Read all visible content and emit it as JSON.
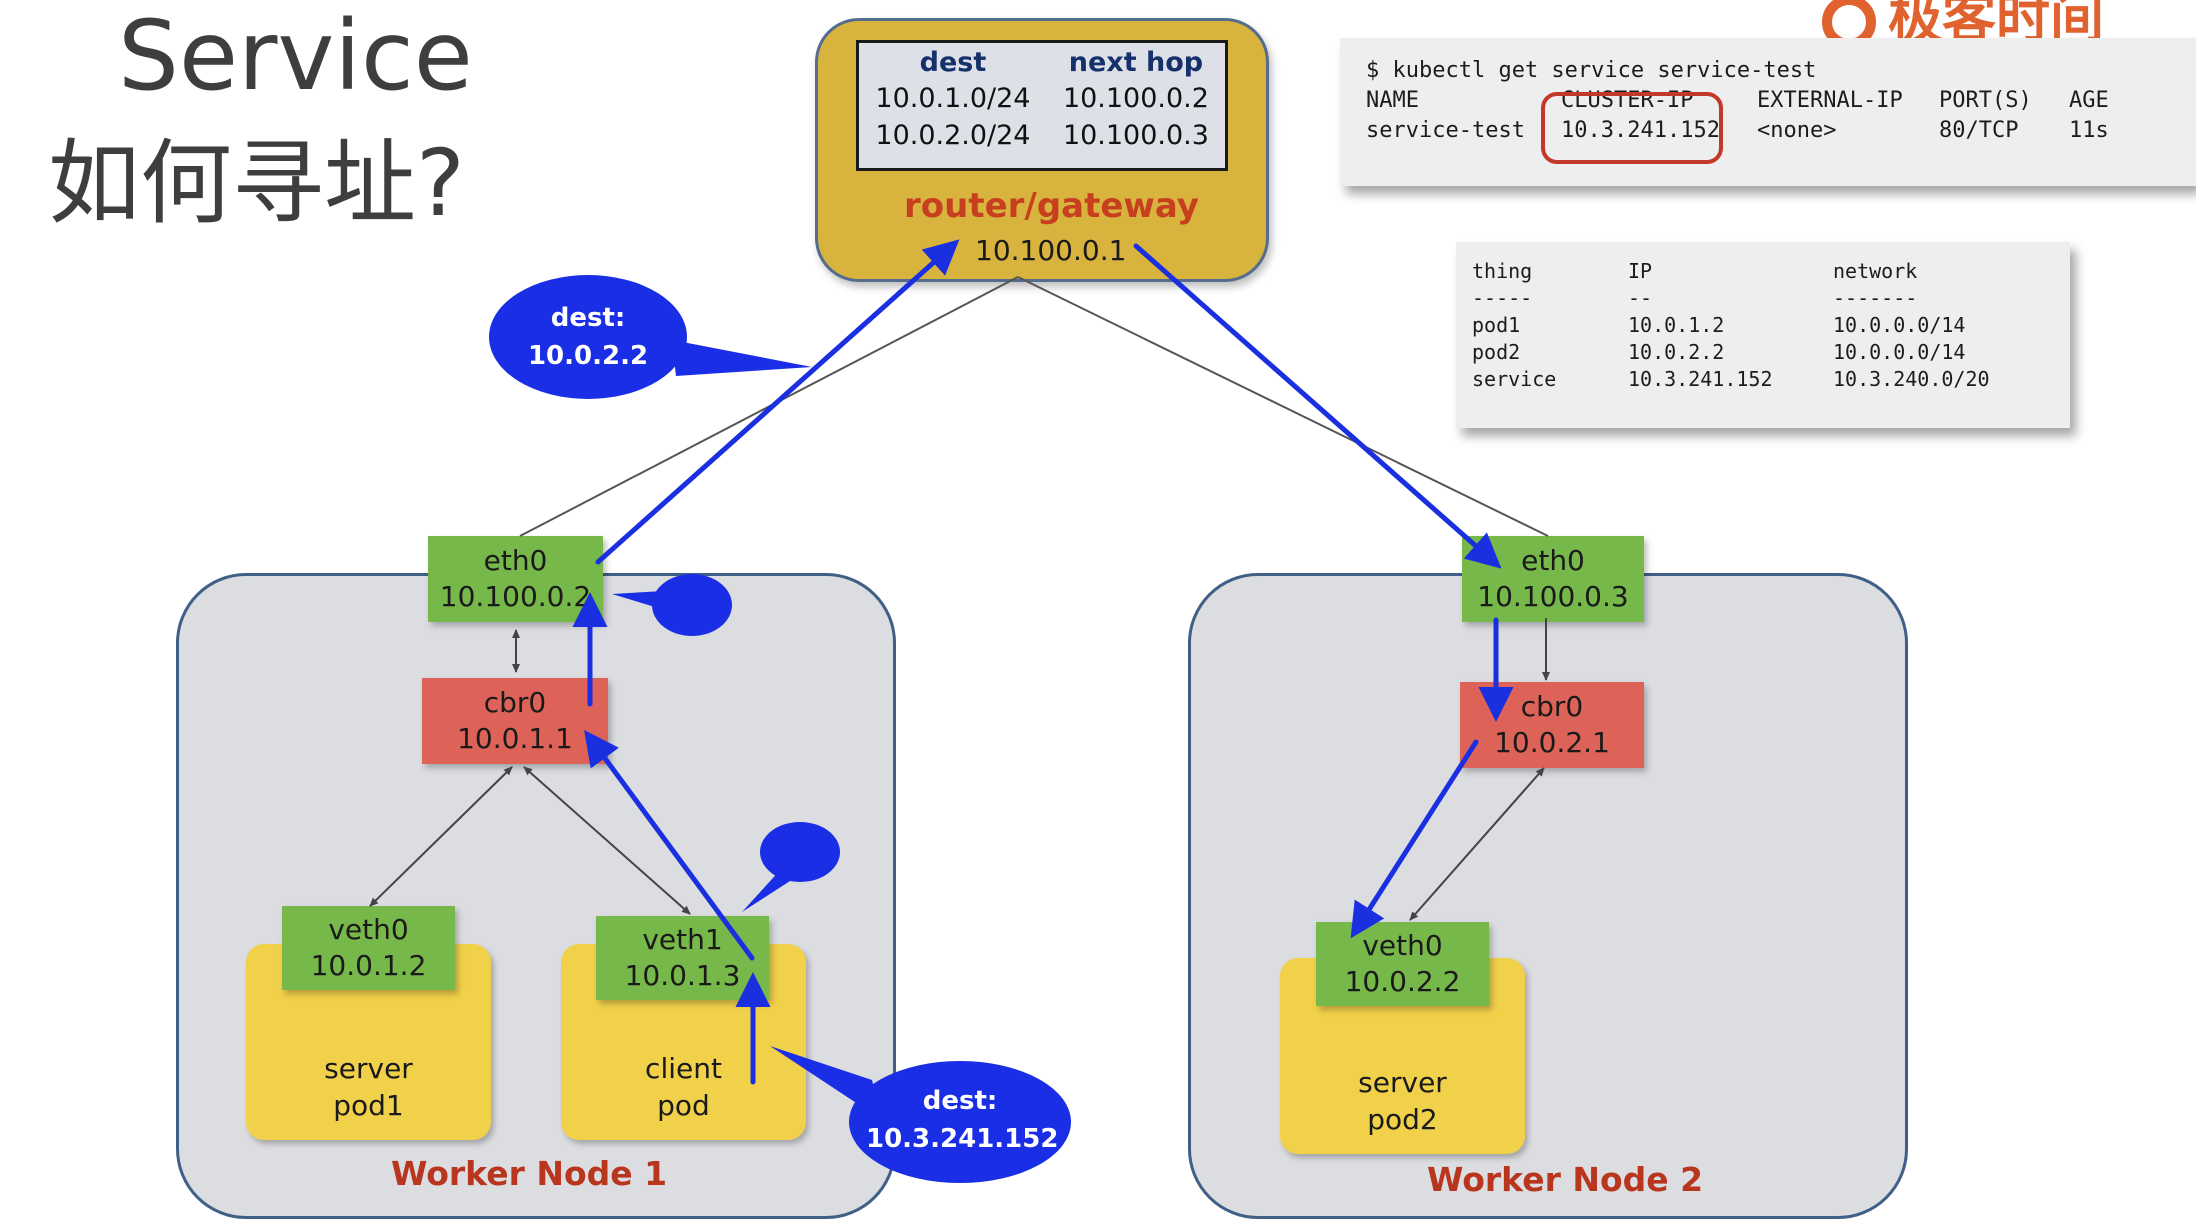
{
  "title": {
    "line1": "Service",
    "line2": "如何寻址?"
  },
  "logo": {
    "text": "极客时间",
    "color": "#e0622e"
  },
  "gateway": {
    "name": "router/gateway",
    "ip": "10.100.0.1",
    "route_table": {
      "headers": [
        "dest",
        "next hop"
      ],
      "rows": [
        [
          "10.0.1.0/24",
          "10.100.0.2"
        ],
        [
          "10.0.2.0/24",
          "10.100.0.3"
        ]
      ]
    }
  },
  "kubectl": {
    "command": "$ kubectl get service service-test",
    "headers": [
      "NAME",
      "CLUSTER-IP",
      "EXTERNAL-IP",
      "PORT(S)",
      "AGE"
    ],
    "row": [
      "service-test",
      "10.3.241.152",
      "<none>",
      "80/TCP",
      "11s"
    ],
    "highlight_color": "#c0392b"
  },
  "ip_table": {
    "headers": [
      "thing",
      "IP",
      "network"
    ],
    "separators": [
      "-----",
      "--",
      "-------"
    ],
    "rows": [
      [
        "pod1",
        "10.0.1.2",
        "10.0.0.0/14"
      ],
      [
        "pod2",
        "10.0.2.2",
        "10.0.0.0/14"
      ],
      [
        "service",
        "10.3.241.152",
        "10.3.240.0/20"
      ]
    ]
  },
  "bubbles": {
    "gateway_dest": {
      "label": "dest:",
      "value": "10.0.2.2"
    },
    "client_dest": {
      "label": "dest:",
      "value": "10.3.241.152"
    }
  },
  "node1": {
    "label": "Worker Node 1",
    "eth0": {
      "name": "eth0",
      "ip": "10.100.0.2"
    },
    "cbr0": {
      "name": "cbr0",
      "ip": "10.0.1.1"
    },
    "veth0": {
      "name": "veth0",
      "ip": "10.0.1.2"
    },
    "veth1": {
      "name": "veth1",
      "ip": "10.0.1.3"
    },
    "pod1": {
      "line1": "server",
      "line2": "pod1"
    },
    "pod2": {
      "line1": "client",
      "line2": "pod"
    }
  },
  "node2": {
    "label": "Worker Node 2",
    "eth0": {
      "name": "eth0",
      "ip": "10.100.0.3"
    },
    "cbr0": {
      "name": "cbr0",
      "ip": "10.0.2.1"
    },
    "veth0": {
      "name": "veth0",
      "ip": "10.0.2.2"
    },
    "pod": {
      "line1": "server",
      "line2": "pod2"
    }
  },
  "colors": {
    "flow_arrow": "#1a2fe0",
    "bubble": "#1a2ee6",
    "interface": "#77b84a",
    "bridge": "#dd6358",
    "pod": "#f2d14a",
    "node_background": "#dcdde1",
    "gateway": "#d8b43e",
    "node_label": "#b8351e"
  }
}
